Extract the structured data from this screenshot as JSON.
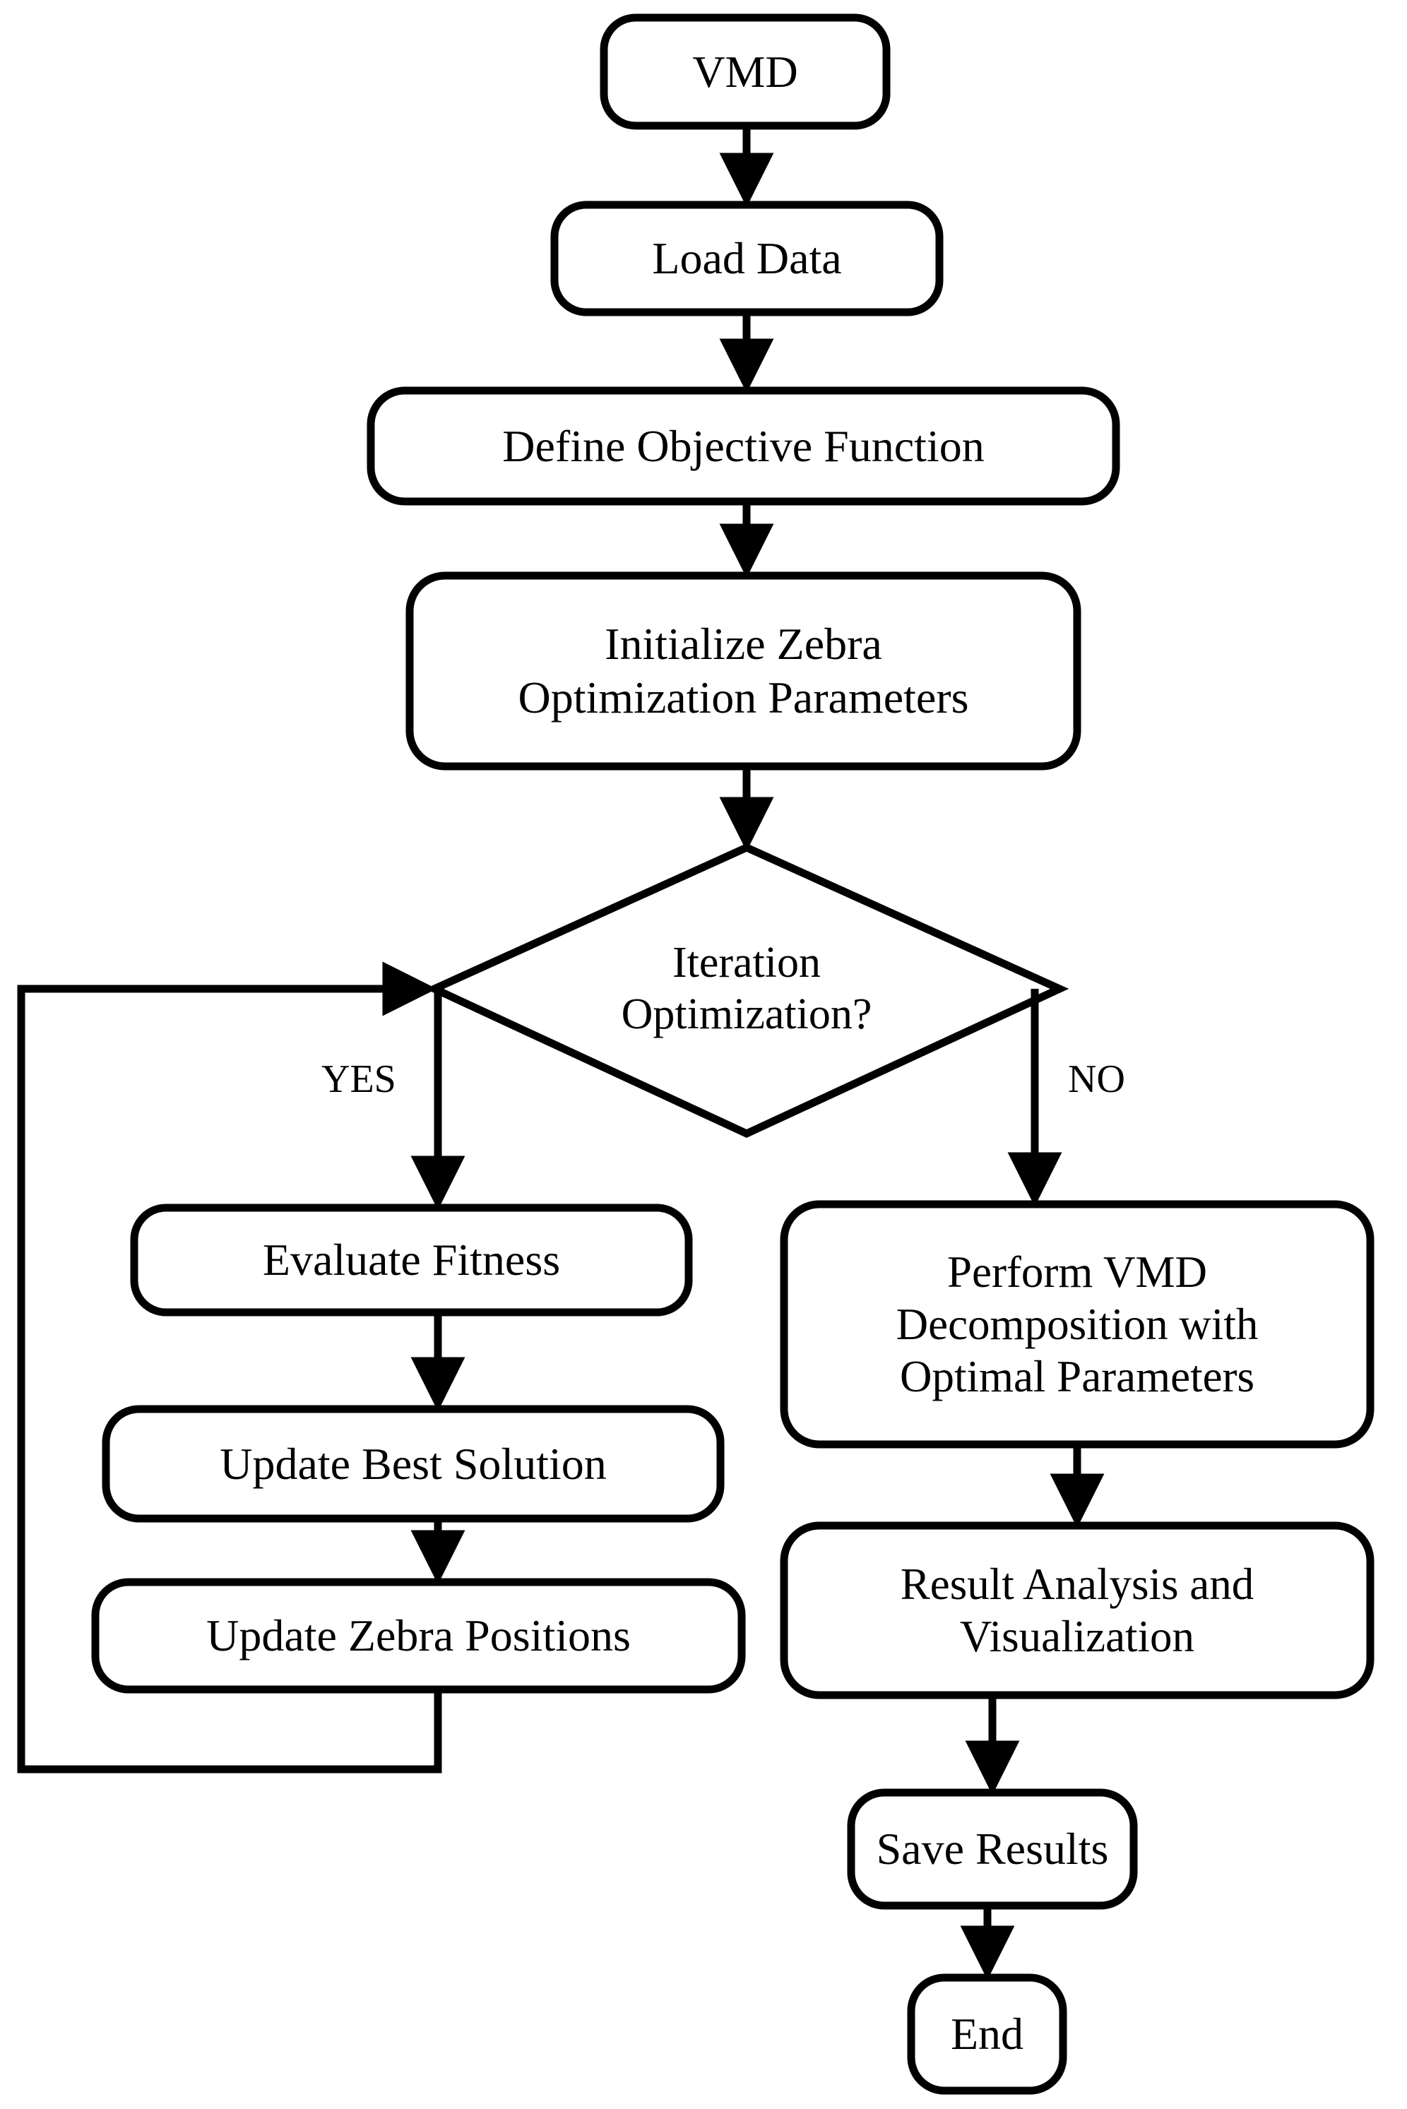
{
  "diagram": {
    "type": "flowchart",
    "orientation": "top-to-bottom",
    "background_color": "#ffffff",
    "stroke_color": "#000000",
    "text_color": "#000000",
    "nodes": [
      {
        "id": "vmd",
        "shape": "rounded-rect",
        "label": "VMD"
      },
      {
        "id": "load",
        "shape": "rounded-rect",
        "label": "Load Data"
      },
      {
        "id": "objective",
        "shape": "rounded-rect",
        "label": "Define Objective Function"
      },
      {
        "id": "init",
        "shape": "rounded-rect",
        "label": "Initialize Zebra\nOptimization Parameters"
      },
      {
        "id": "decision",
        "shape": "diamond",
        "label": "Iteration\nOptimization?"
      },
      {
        "id": "evaluate",
        "shape": "rounded-rect",
        "label": "Evaluate Fitness"
      },
      {
        "id": "updatebest",
        "shape": "rounded-rect",
        "label": "Update Best Solution"
      },
      {
        "id": "updatepos",
        "shape": "rounded-rect",
        "label": "Update Zebra Positions"
      },
      {
        "id": "perform",
        "shape": "rounded-rect",
        "label": "Perform VMD\nDecomposition with\nOptimal Parameters"
      },
      {
        "id": "result",
        "shape": "rounded-rect",
        "label": "Result Analysis and\nVisualization"
      },
      {
        "id": "save",
        "shape": "rounded-rect",
        "label": "Save Results"
      },
      {
        "id": "end",
        "shape": "rounded-rect",
        "label": "End"
      }
    ],
    "edge_labels": {
      "yes": "YES",
      "no": "NO"
    },
    "edges": [
      {
        "from": "vmd",
        "to": "load",
        "label": ""
      },
      {
        "from": "load",
        "to": "objective",
        "label": ""
      },
      {
        "from": "objective",
        "to": "init",
        "label": ""
      },
      {
        "from": "init",
        "to": "decision",
        "label": ""
      },
      {
        "from": "decision",
        "to": "evaluate",
        "label": "YES"
      },
      {
        "from": "decision",
        "to": "perform",
        "label": "NO"
      },
      {
        "from": "evaluate",
        "to": "updatebest",
        "label": ""
      },
      {
        "from": "updatebest",
        "to": "updatepos",
        "label": ""
      },
      {
        "from": "updatepos",
        "to": "decision",
        "label": ""
      },
      {
        "from": "perform",
        "to": "result",
        "label": ""
      },
      {
        "from": "result",
        "to": "save",
        "label": ""
      },
      {
        "from": "save",
        "to": "end",
        "label": ""
      }
    ]
  }
}
